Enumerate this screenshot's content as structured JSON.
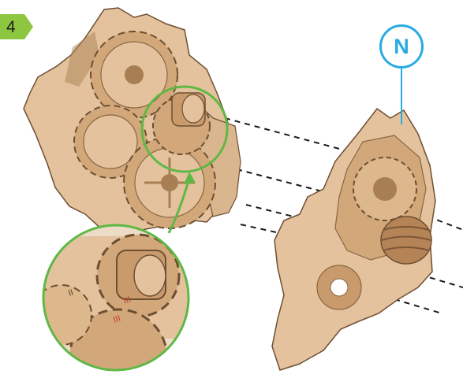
{
  "step": {
    "number": "4",
    "badge_color": "#8dc63f"
  },
  "callout": {
    "label": "N",
    "color": "#29abe2"
  },
  "zoom_ring_color": "#5fb846",
  "guide_line_color": "#1a1a1a",
  "part_marks": [
    "II",
    "III"
  ],
  "wood_colors": {
    "light": "#e3c29d",
    "mid": "#d2a87a",
    "dark": "#a87e53",
    "edge": "#6e4f32"
  }
}
